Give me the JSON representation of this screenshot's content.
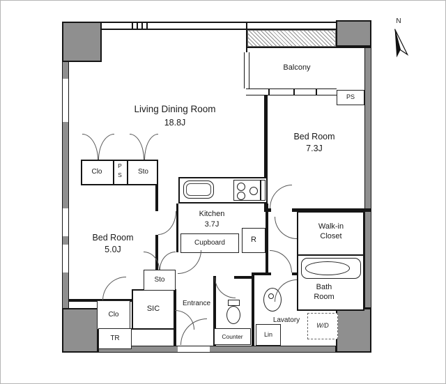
{
  "compass": {
    "north_label": "N"
  },
  "rooms": {
    "living": {
      "name": "Living Dining Room",
      "size": "18.8J"
    },
    "balcony": {
      "name": "Balcony"
    },
    "bedroom_east": {
      "name": "Bed Room",
      "size": "7.3J"
    },
    "bedroom_west": {
      "name": "Bed Room",
      "size": "5.0J"
    },
    "kitchen": {
      "name": "Kitchen",
      "size": "3.7J"
    },
    "walk_in_closet": {
      "name": "Walk-in Closet"
    },
    "bath_room": {
      "name": "Bath Room"
    },
    "lavatory": {
      "name": "Lavatory"
    },
    "entrance": {
      "name": "Entrance"
    },
    "shoe_closet": {
      "name": "SIC"
    }
  },
  "fixtures": {
    "cupboard": "Cupboard",
    "refrigerator": "R",
    "washer_dryer": "W/D",
    "counter": "Counter",
    "linen": "Lin",
    "trunk_room": "TR"
  },
  "storage": {
    "upper_closet": "Clo",
    "upper_storage": "Sto",
    "lower_closet": "Clo",
    "lower_storage": "Sto"
  },
  "pipe_space": {
    "east": "PS",
    "west_p": "P",
    "west_s": "S"
  },
  "colors": {
    "wall_fill": "#8f8f8f",
    "outline": "#1a1a1a"
  }
}
